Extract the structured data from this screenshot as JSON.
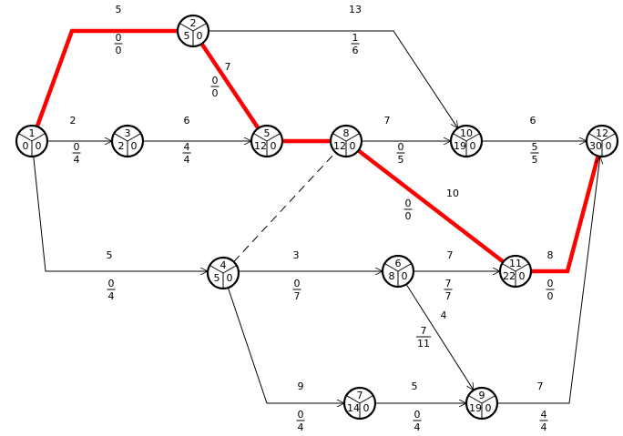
{
  "colors": {
    "critical": "#ff0000",
    "normal": "#000000"
  },
  "nodes": [
    {
      "id": "1",
      "es": "0",
      "ls": "0"
    },
    {
      "id": "2",
      "es": "5",
      "ls": "0"
    },
    {
      "id": "3",
      "es": "2",
      "ls": "0"
    },
    {
      "id": "4",
      "es": "5",
      "ls": "0"
    },
    {
      "id": "5",
      "es": "12",
      "ls": "0"
    },
    {
      "id": "6",
      "es": "8",
      "ls": "0"
    },
    {
      "id": "7",
      "es": "14",
      "ls": "0"
    },
    {
      "id": "8",
      "es": "12",
      "ls": "0"
    },
    {
      "id": "9",
      "es": "19",
      "ls": "0"
    },
    {
      "id": "10",
      "es": "19",
      "ls": "0"
    },
    {
      "id": "11",
      "es": "22",
      "ls": "0"
    },
    {
      "id": "12",
      "es": "30",
      "ls": "0"
    }
  ],
  "activities": [
    {
      "from": "1",
      "to": "2",
      "duration": "5",
      "float_top": "0",
      "float_bottom": "0",
      "critical": true
    },
    {
      "from": "1",
      "to": "3",
      "duration": "2",
      "float_top": "0",
      "float_bottom": "4",
      "critical": false
    },
    {
      "from": "1",
      "to": "4",
      "duration": "5",
      "float_top": "0",
      "float_bottom": "4",
      "critical": false
    },
    {
      "from": "2",
      "to": "5",
      "duration": "7",
      "float_top": "0",
      "float_bottom": "0",
      "critical": true
    },
    {
      "from": "2",
      "to": "10",
      "duration": "13",
      "float_top": "1",
      "float_bottom": "6",
      "critical": false
    },
    {
      "from": "3",
      "to": "5",
      "duration": "6",
      "float_top": "4",
      "float_bottom": "4",
      "critical": false
    },
    {
      "from": "5",
      "to": "8",
      "duration": "",
      "float_top": "",
      "float_bottom": "",
      "critical": true
    },
    {
      "from": "8",
      "to": "10",
      "duration": "7",
      "float_top": "0",
      "float_bottom": "5",
      "critical": false
    },
    {
      "from": "8",
      "to": "11",
      "duration": "10",
      "float_top": "0",
      "float_bottom": "0",
      "critical": true
    },
    {
      "from": "4",
      "to": "8",
      "duration": "",
      "float_top": "",
      "float_bottom": "",
      "critical": false,
      "dummy": true
    },
    {
      "from": "4",
      "to": "6",
      "duration": "3",
      "float_top": "0",
      "float_bottom": "7",
      "critical": false
    },
    {
      "from": "4",
      "to": "7",
      "duration": "9",
      "float_top": "0",
      "float_bottom": "4",
      "critical": false
    },
    {
      "from": "6",
      "to": "11",
      "duration": "7",
      "float_top": "7",
      "float_bottom": "7",
      "critical": false
    },
    {
      "from": "6",
      "to": "9",
      "duration": "4",
      "float_top": "7",
      "float_bottom": "11",
      "critical": false
    },
    {
      "from": "7",
      "to": "9",
      "duration": "5",
      "float_top": "0",
      "float_bottom": "4",
      "critical": false
    },
    {
      "from": "10",
      "to": "12",
      "duration": "6",
      "float_top": "5",
      "float_bottom": "5",
      "critical": false
    },
    {
      "from": "11",
      "to": "12",
      "duration": "8",
      "float_top": "0",
      "float_bottom": "0",
      "critical": true
    },
    {
      "from": "9",
      "to": "12",
      "duration": "7",
      "float_top": "4",
      "float_bottom": "4",
      "critical": false
    }
  ]
}
